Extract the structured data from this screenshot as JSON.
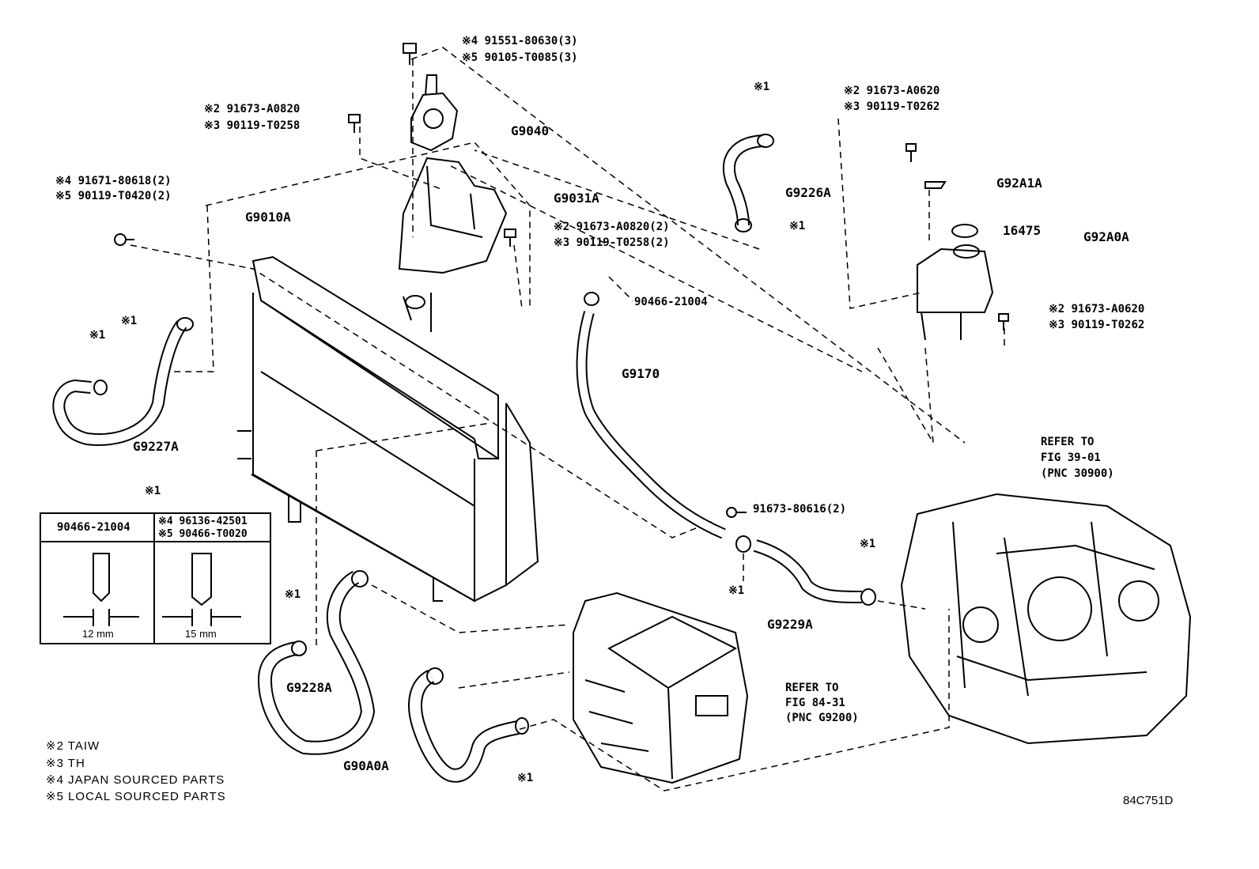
{
  "labels": {
    "p4_91551": "※4 91551-80630(3)",
    "p5_90105": "※5 90105-T0085(3)",
    "p2_91673_a0820": "※2 91673-A0820",
    "p3_90119_t0258": "※3 90119-T0258",
    "g9040": "G9040",
    "p4_91671": "※4 91671-80618(2)",
    "p5_90119_t0420": "※5 90119-T0420(2)",
    "g9031a": "G9031A",
    "g9010a": "G9010A",
    "p2_91673_a0820_2": "※2 91673-A0820(2)",
    "p3_90119_t0258_2": "※3 90119-T0258(2)",
    "x1_a": "※1",
    "x1_b": "※1",
    "g9227a": "G9227A",
    "x1_top": "※1",
    "g9226a": "G9226A",
    "x1_clamp": "※1",
    "p2_91673_a0620": "※2 91673-A0620",
    "p3_90119_t0262": "※3 90119-T0262",
    "g92a1a": "G92A1A",
    "p16475": "16475",
    "g92a0a": "G92A0A",
    "p2_91673_a0620_b": "※2 91673-A0620",
    "p3_90119_t0262_b": "※3 90119-T0262",
    "p90466_21004": "90466-21004",
    "g9170": "G9170",
    "refer_trans_1": "REFER TO",
    "refer_trans_2": "FIG 39-01",
    "refer_trans_3": "(PNC 30900)",
    "p91673_80616": "91673-80616(2)",
    "x1_mid": "※1",
    "x1_right": "※1",
    "g9229a": "G9229A",
    "x1_table": "※1",
    "x1_lower": "※1",
    "g9228a": "G9228A",
    "refer_inv_1": "REFER TO",
    "refer_inv_2": "FIG 84-31",
    "refer_inv_3": "(PNC G9200)",
    "g90a0a": "G90A0A",
    "x1_bottom": "※1",
    "figure_code": "84C751D"
  },
  "clip_table": {
    "col1_header": "90466-21004",
    "col2_header_1": "※4 96136-42501",
    "col2_header_2": "※5 90466-T0020",
    "col1_size": "12 mm",
    "col2_size": "15 mm"
  },
  "legend": [
    "※2 TAIW",
    "※3 TH",
    "※4 JAPAN SOURCED PARTS",
    "※5 LOCAL SOURCED PARTS"
  ]
}
